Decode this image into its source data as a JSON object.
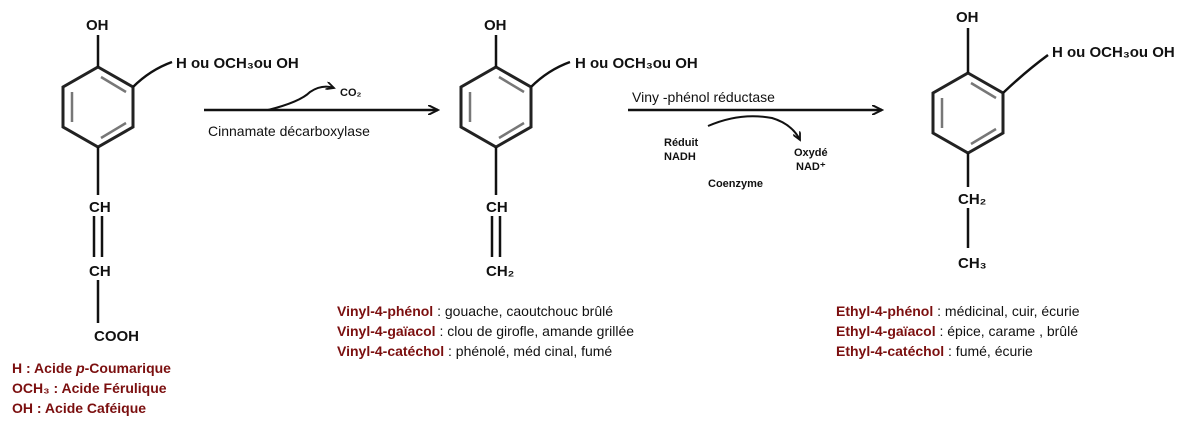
{
  "molecule1": {
    "oh": "OH",
    "substituent": "H ou OCH₃ou OH",
    "ch_a": "CH",
    "ch_b": "CH",
    "cooh": "COOH"
  },
  "reaction1": {
    "product": "CO₂",
    "enzyme": "Cinnamate décarboxylase"
  },
  "molecule2": {
    "oh": "OH",
    "substituent": "H ou OCH₃ou OH",
    "ch": "CH",
    "ch2": "CH₂"
  },
  "reaction2": {
    "enzyme": "Viny -phénol réductase",
    "reduced_1": "Réduit",
    "reduced_2": "NADH",
    "oxidized_1": "Oxydé",
    "oxidized_2": "NAD⁺",
    "coenzyme": "Coenzyme"
  },
  "molecule3": {
    "oh": "OH",
    "substituent": "H ou OCH₃ou OH",
    "ch2": "CH₂",
    "ch3": "CH₃"
  },
  "acids": [
    {
      "key": "H",
      "sep": " : Acide ",
      "italic": "p",
      "rest": "-Coumarique"
    },
    {
      "key": "OCH₃",
      "sep": " : Acide Férulique",
      "italic": "",
      "rest": ""
    },
    {
      "key": "OH",
      "sep": " : Acide Caféique",
      "italic": "",
      "rest": ""
    }
  ],
  "vinyl_legend": [
    {
      "name": "Vinyl-4-phénol",
      "desc": " : gouache, caoutchouc brûlé"
    },
    {
      "name": "Vinyl-4-gaïacol",
      "desc": " : clou de girofle, amande grillée"
    },
    {
      "name": "Vinyl-4-catéchol",
      "desc": " : phénolé, méd cinal, fumé"
    }
  ],
  "ethyl_legend": [
    {
      "name": "Ethyl-4-phénol",
      "desc": " : médicinal, cuir, écurie"
    },
    {
      "name": "Ethyl-4-gaïacol",
      "desc": " : épice, carame , brûlé"
    },
    {
      "name": "Ethyl-4-catéchol",
      "desc": " : fumé, écurie"
    }
  ],
  "colors": {
    "key_label": "#7b0f0f",
    "ink": "#111111"
  }
}
